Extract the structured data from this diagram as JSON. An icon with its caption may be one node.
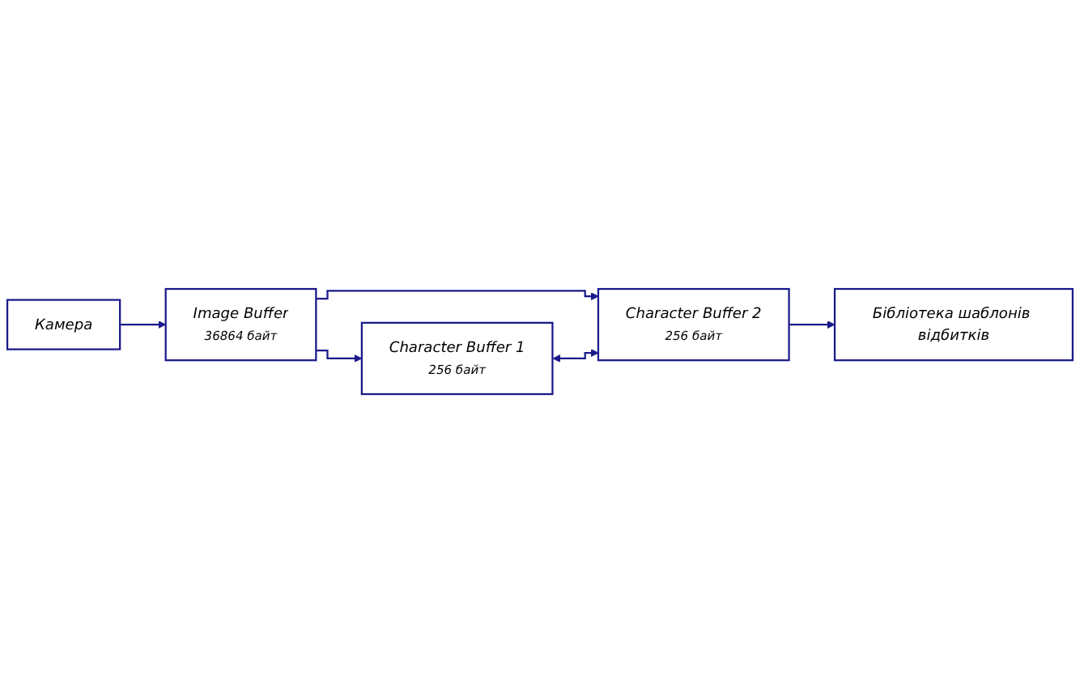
{
  "diagram": {
    "nodes": [
      {
        "text": [
          "Камера"
        ]
      },
      {
        "text": [
          "Image Buffer",
          "36864 байт"
        ]
      },
      {
        "text": [
          "Character Buffer 1",
          "256 байт"
        ]
      },
      {
        "text": [
          "Character Buffer 2",
          "256 байт"
        ]
      },
      {
        "text": [
          "Бібліотека шаблонів відбитків"
        ]
      }
    ],
    "edges": [
      {
        "from": 0,
        "to": 1,
        "arrow": "to"
      },
      {
        "from": 1,
        "to": 2,
        "arrow": "to"
      },
      {
        "from": 1,
        "to": 3,
        "arrow": "to"
      },
      {
        "from": 2,
        "to": 3,
        "arrow": "both"
      },
      {
        "from": 3,
        "to": 4,
        "arrow": "to"
      }
    ]
  }
}
